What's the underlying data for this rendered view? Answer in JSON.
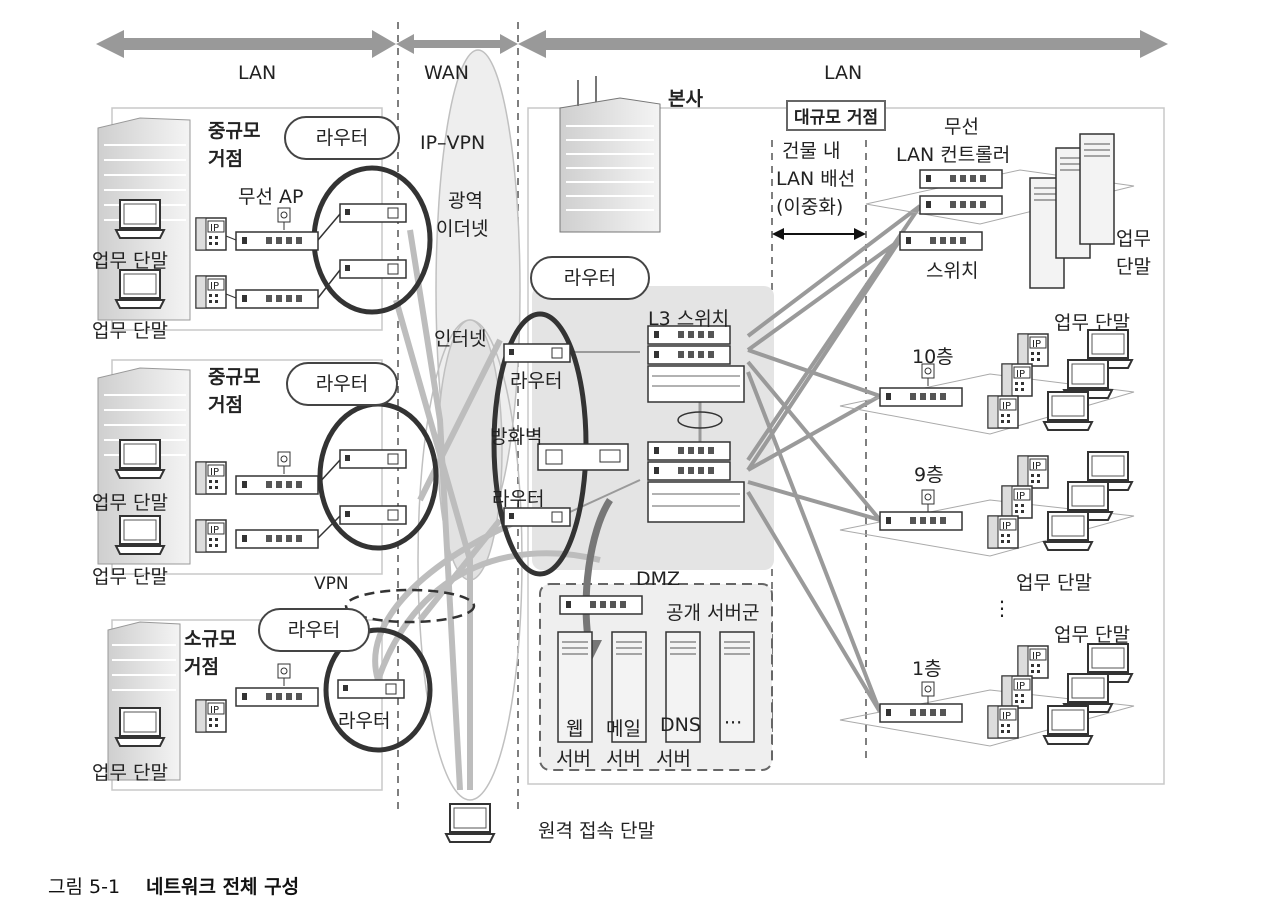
{
  "header": {
    "lan_left": "LAN",
    "wan": "WAN",
    "lan_right": "LAN"
  },
  "sites": {
    "mid1": {
      "line1": "중규모",
      "line2": "거점"
    },
    "mid2": {
      "line1": "중규모",
      "line2": "거점"
    },
    "small": {
      "line1": "소규모",
      "line2": "거점"
    },
    "hq": "본사",
    "large": "대규모 거점"
  },
  "labels": {
    "router": "라우터",
    "wireless_ap": "무선 AP",
    "ip_vpn": "IP–VPN",
    "wide_ethernet_1": "광역",
    "wide_ethernet_2": "이더넷",
    "internet": "인터넷",
    "vpn": "VPN",
    "remote_terminal": "원격 접속 단말",
    "work_terminal": "업무 단말",
    "work_1": "업무",
    "terminal_1": "단말",
    "phone": "IP",
    "l3_switch": "L3 스위치",
    "firewall": "방화벽",
    "dmz": "DMZ",
    "public_servers": "공개 서버군",
    "web_1": "웹",
    "web_2": "서버",
    "mail_1": "메일",
    "mail_2": "서버",
    "dns_1": "DNS",
    "dns_2": "서버",
    "more_servers": "···",
    "building_lan_1": "건물 내",
    "building_lan_2": "LAN 배선",
    "building_lan_3": "(이중화)",
    "wireless_1": "무선",
    "wireless_2": "LAN 컨트롤러",
    "switch": "스위치",
    "floor10": "10층",
    "floor9": "9층",
    "floor1": "1층",
    "vdots": "⋮"
  },
  "caption": {
    "number": "그림 5-1",
    "title": "네트워크 전체 구성"
  }
}
